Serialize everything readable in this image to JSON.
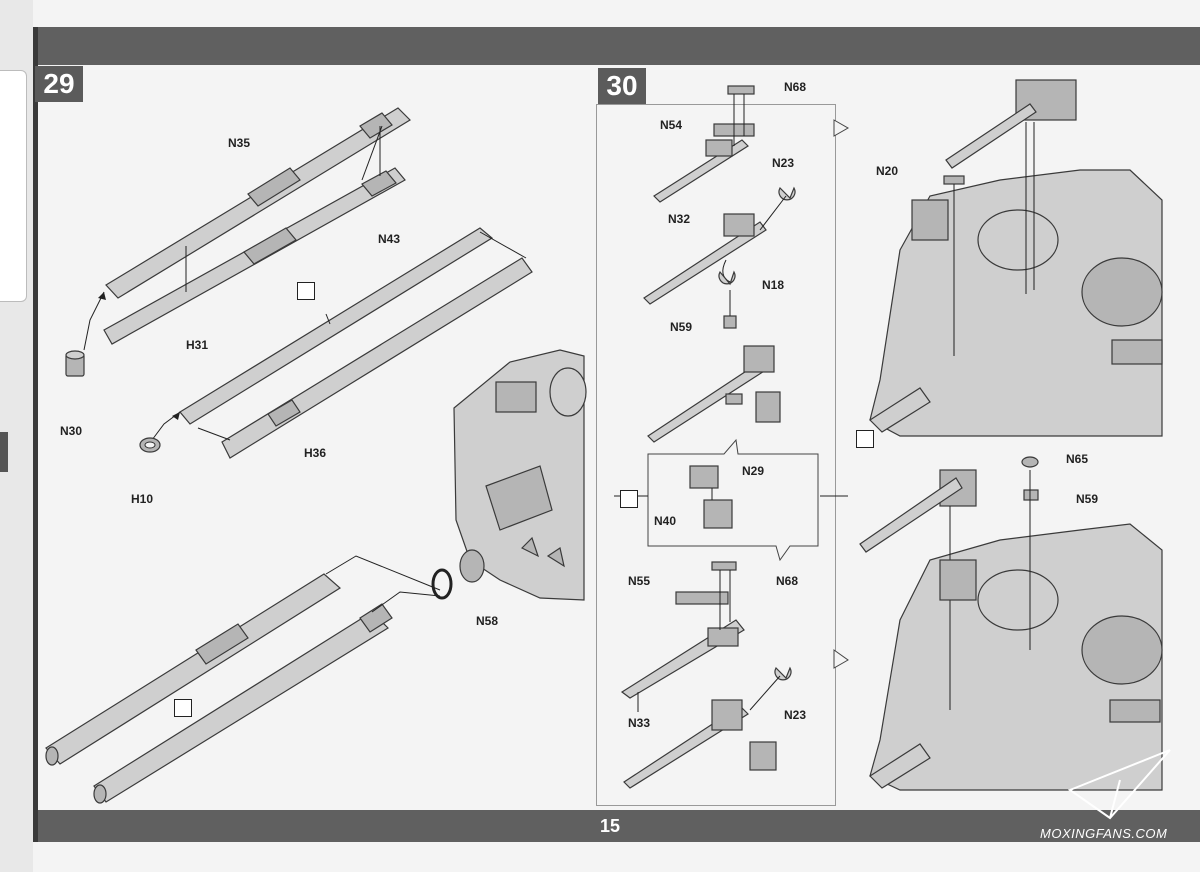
{
  "page": {
    "number": "15"
  },
  "steps": [
    {
      "number": "29"
    },
    {
      "number": "30"
    }
  ],
  "step29": {
    "callouts": {
      "n35": "N35",
      "n43": "N43",
      "n30": "N30",
      "h10": "H10",
      "h31": "H31",
      "h36": "H36",
      "n58": "N58"
    }
  },
  "step30": {
    "callouts": {
      "n68_top": "N68",
      "n54": "N54",
      "n23_top": "N23",
      "n32": "N32",
      "n18": "N18",
      "n59_left": "N59",
      "n20": "N20",
      "n29": "N29",
      "n40": "N40",
      "n55": "N55",
      "n68_bottom": "N68",
      "n33": "N33",
      "n23_bottom": "N23",
      "n65": "N65",
      "n59_right": "N59"
    }
  },
  "icons": {
    "cement": "cement-icon"
  },
  "watermark": {
    "text": "MOXINGFANS.COM"
  },
  "colors": {
    "band": "#606060",
    "part_fill": "#c9c9c9",
    "part_stroke": "#3a3a3a"
  }
}
